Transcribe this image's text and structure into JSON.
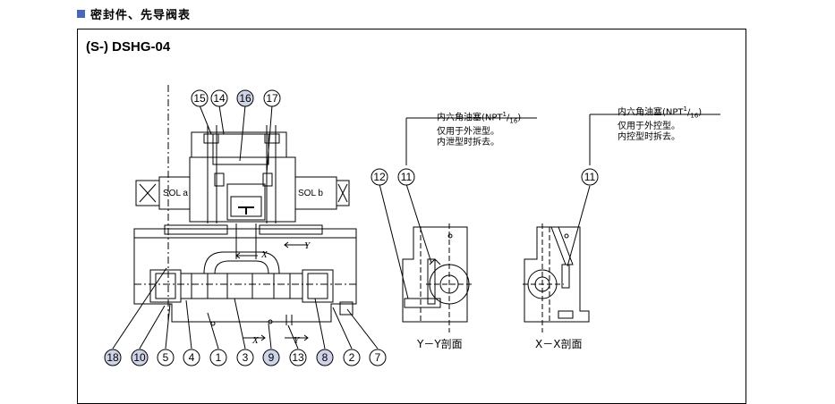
{
  "header": {
    "title": "密封件、先导阀表"
  },
  "model": "(S-) DSHG-04",
  "labels": {
    "sol_a": "SOL a",
    "sol_b": "SOL b",
    "mark_x": "X",
    "mark_y": "Y",
    "caption_yy": "Y－Y剖面",
    "caption_xx": "X－X剖面"
  },
  "notes": {
    "yy": [
      "内六角油塞(NPT",
      "1",
      "16",
      ")",
      "仅用于外泄型。",
      "内泄型时拆去。"
    ],
    "xx": [
      "内六角油塞(NPT",
      "1",
      "16",
      ")",
      "仅用于外控型。",
      "内控型时拆去。"
    ]
  },
  "callouts_top": [
    {
      "num": "15",
      "highlight": false
    },
    {
      "num": "14",
      "highlight": false
    },
    {
      "num": "16",
      "highlight": true
    },
    {
      "num": "17",
      "highlight": false
    }
  ],
  "callouts_bottom": [
    {
      "num": "18",
      "highlight": true
    },
    {
      "num": "10",
      "highlight": true
    },
    {
      "num": "5",
      "highlight": false
    },
    {
      "num": "4",
      "highlight": false
    },
    {
      "num": "1",
      "highlight": false
    },
    {
      "num": "3",
      "highlight": false
    },
    {
      "num": "9",
      "highlight": true
    },
    {
      "num": "13",
      "highlight": false
    },
    {
      "num": "8",
      "highlight": true
    },
    {
      "num": "2",
      "highlight": false
    },
    {
      "num": "7",
      "highlight": false
    }
  ],
  "callouts_yy": [
    {
      "num": "12",
      "highlight": false
    },
    {
      "num": "11",
      "highlight": false
    }
  ],
  "callouts_xx": [
    {
      "num": "11",
      "highlight": false
    }
  ],
  "colors": {
    "accent": "#4a66b8",
    "highlight": "#cfd3e8"
  }
}
